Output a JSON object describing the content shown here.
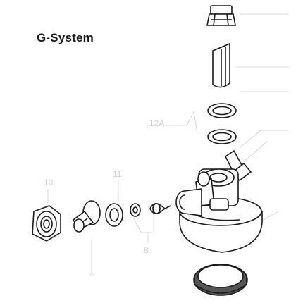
{
  "diagram": {
    "title": "G-System",
    "callouts": {
      "part_12a": "12A",
      "part_10": "10",
      "part_11": "11",
      "part_8": "8"
    }
  },
  "colors": {
    "ink": "#1a1a1a",
    "faint": "#d0d0d0",
    "background": "#ffffff"
  }
}
